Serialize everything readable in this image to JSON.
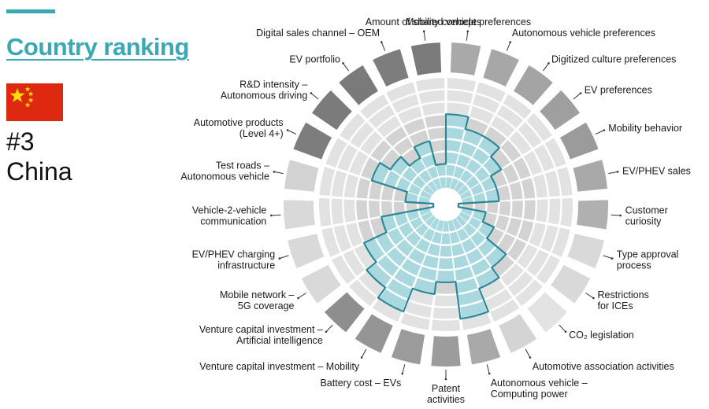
{
  "header": {
    "title": "Country ranking"
  },
  "country": {
    "rank": "#3",
    "name": "China"
  },
  "chart_data": {
    "type": "polar-bar",
    "max_level": 9,
    "categories": [
      {
        "label": [
          "Mobility concept preferences"
        ],
        "value": 6
      },
      {
        "label": [
          "Autonomous vehicle preferences"
        ],
        "value": 5
      },
      {
        "label": [
          "Digitized culture preferences"
        ],
        "value": 5
      },
      {
        "label": [
          "EV preferences"
        ],
        "value": 4
      },
      {
        "label": [
          "Mobility behavior"
        ],
        "value": 3
      },
      {
        "label": [
          "EV/PHEV sales"
        ],
        "value": 3
      },
      {
        "label": [
          "Customer",
          "curiosity"
        ],
        "value": 0
      },
      {
        "label": [
          "Type approval",
          "process"
        ],
        "value": 2
      },
      {
        "label": [
          "Restrictions",
          "for ICEs"
        ],
        "value": 3
      },
      {
        "label": [
          "CO₂ legislation"
        ],
        "value": 5
      },
      {
        "label": [
          "Automotive association activities"
        ],
        "value": 6
      },
      {
        "label": [
          "Autonomous vehicle –",
          "Computing power"
        ],
        "value": 8
      },
      {
        "label": [
          "Patent",
          "activities"
        ],
        "value": 5
      },
      {
        "label": [
          "Battery cost – EVs"
        ],
        "value": 6
      },
      {
        "label": [
          "Venture capital investment – Mobility"
        ],
        "value": 8
      },
      {
        "label": [
          "Venture capital investment –",
          "Artificial intelligence"
        ],
        "value": 7
      },
      {
        "label": [
          "Mobile network –",
          "5G coverage"
        ],
        "value": 6
      },
      {
        "label": [
          "EV/PHEV charging",
          "infrastructure"
        ],
        "value": 4
      },
      {
        "label": [
          "Vehicle-2-vehicle",
          "communication"
        ],
        "value": 0
      },
      {
        "label": [
          "Test roads –",
          "Autonomous vehicle"
        ],
        "value": 2
      },
      {
        "label": [
          "Automotive products",
          "(Level 4+)"
        ],
        "value": 5
      },
      {
        "label": [
          "R&D intensity –",
          "Autonomous driving"
        ],
        "value": 4
      },
      {
        "label": [
          "EV portfolio"
        ],
        "value": 3
      },
      {
        "label": [
          "Digital sales  channel – OEM"
        ],
        "value": 4
      },
      {
        "label": [
          "Amount of shared vehicles"
        ],
        "value": 2
      }
    ],
    "colors": {
      "fill": "#a9d9df",
      "outline": "#2b8796",
      "empty_cell": "#e2e2e2",
      "filled_band": "#d3d3d3"
    },
    "outer_ring_colors": [
      "#a9a9a9",
      "#a7a7a7",
      "#a4a4a4",
      "#9f9f9f",
      "#9b9b9b",
      "#a9a9a9",
      "#b0b0b0",
      "#d9d9d9",
      "#d9d9d9",
      "#e3e3e3",
      "#d4d4d4",
      "#a9a9a9",
      "#9c9c9c",
      "#9b9b9b",
      "#959595",
      "#8e8e8e",
      "#d9d9d9",
      "#d9d9d9",
      "#d9d9d9",
      "#d2d2d2",
      "#7d7d7d",
      "#7b7b7b",
      "#7a7a7a",
      "#7d7d7d",
      "#7a7a7a"
    ]
  }
}
